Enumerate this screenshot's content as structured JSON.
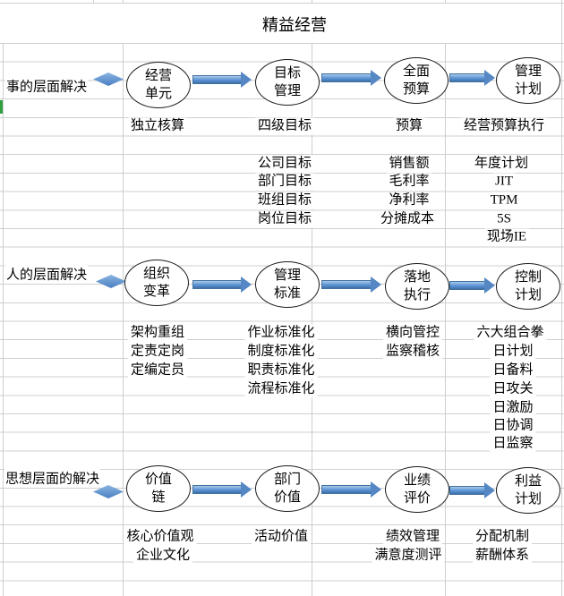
{
  "title": "精益经营",
  "colors": {
    "grid": "#cfcfcf",
    "arrow_blue": "#5b93d6",
    "node_border": "#1c1c1c",
    "selection_green": "#2f9e3f"
  },
  "sections": [
    {
      "label": "事的层面解决",
      "nodes": [
        [
          "经营",
          "单元"
        ],
        [
          "目标",
          "管理"
        ],
        [
          "全面",
          "预算"
        ],
        [
          "管理",
          "计划"
        ]
      ],
      "rows": [
        [
          "独立核算",
          "四级目标",
          "预算",
          "经营预算执行"
        ],
        [
          "",
          "",
          "",
          ""
        ],
        [
          "",
          "公司目标",
          "销售额",
          "年度计划"
        ],
        [
          "",
          "部门目标",
          "毛利率",
          "JIT"
        ],
        [
          "",
          "班组目标",
          "净利率",
          "TPM"
        ],
        [
          "",
          "岗位目标",
          "分摊成本",
          "5S"
        ],
        [
          "",
          "",
          "",
          "现场IE"
        ]
      ]
    },
    {
      "label": "人的层面解决",
      "nodes": [
        [
          "组织",
          "变革"
        ],
        [
          "管理",
          "标准"
        ],
        [
          "落地",
          "执行"
        ],
        [
          "控制",
          "计划"
        ]
      ],
      "rows": [
        [
          "架构重组",
          "作业标准化",
          "横向管控",
          "六大组合拳"
        ],
        [
          "定责定岗",
          "制度标准化",
          "监察稽核",
          "日计划"
        ],
        [
          "定编定员",
          "职责标准化",
          "",
          "日备料"
        ],
        [
          "",
          "流程标准化",
          "",
          "日攻关"
        ],
        [
          "",
          "",
          "",
          "日激励"
        ],
        [
          "",
          "",
          "",
          "日协调"
        ],
        [
          "",
          "",
          "",
          "日监察"
        ]
      ]
    },
    {
      "label": "思想层面的解决",
      "nodes": [
        [
          "价值",
          "链"
        ],
        [
          "部门",
          "价值"
        ],
        [
          "业绩",
          "评价"
        ],
        [
          "利益",
          "计划"
        ]
      ],
      "rows": [
        [
          "核心价值观",
          "活动价值",
          "绩效管理",
          "分配机制"
        ],
        [
          "企业文化",
          "",
          "满意度测评",
          "薪酬体系"
        ]
      ]
    }
  ]
}
